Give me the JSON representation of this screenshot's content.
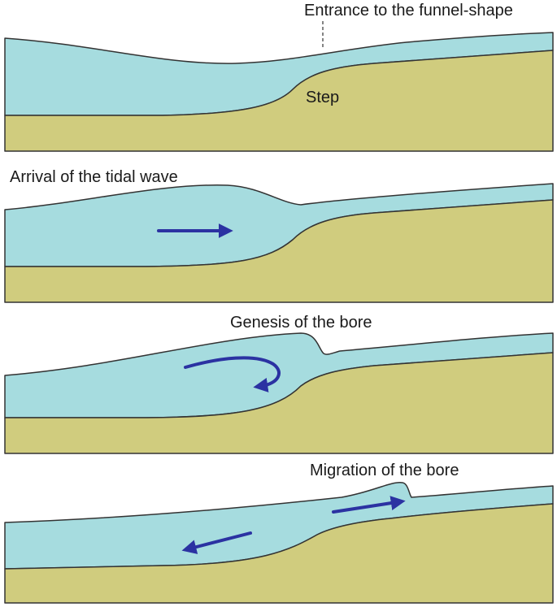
{
  "colors": {
    "water": "#a6dcdf",
    "sediment": "#d0cc7e",
    "outline": "#333333",
    "arrow": "#2b32a2"
  },
  "panels": [
    {
      "label": "Entrance to the funnel-shape",
      "sublabel": "Step"
    },
    {
      "label": "Arrival of the tidal wave"
    },
    {
      "label": "Genesis of the bore"
    },
    {
      "label": "Migration of the bore"
    }
  ]
}
